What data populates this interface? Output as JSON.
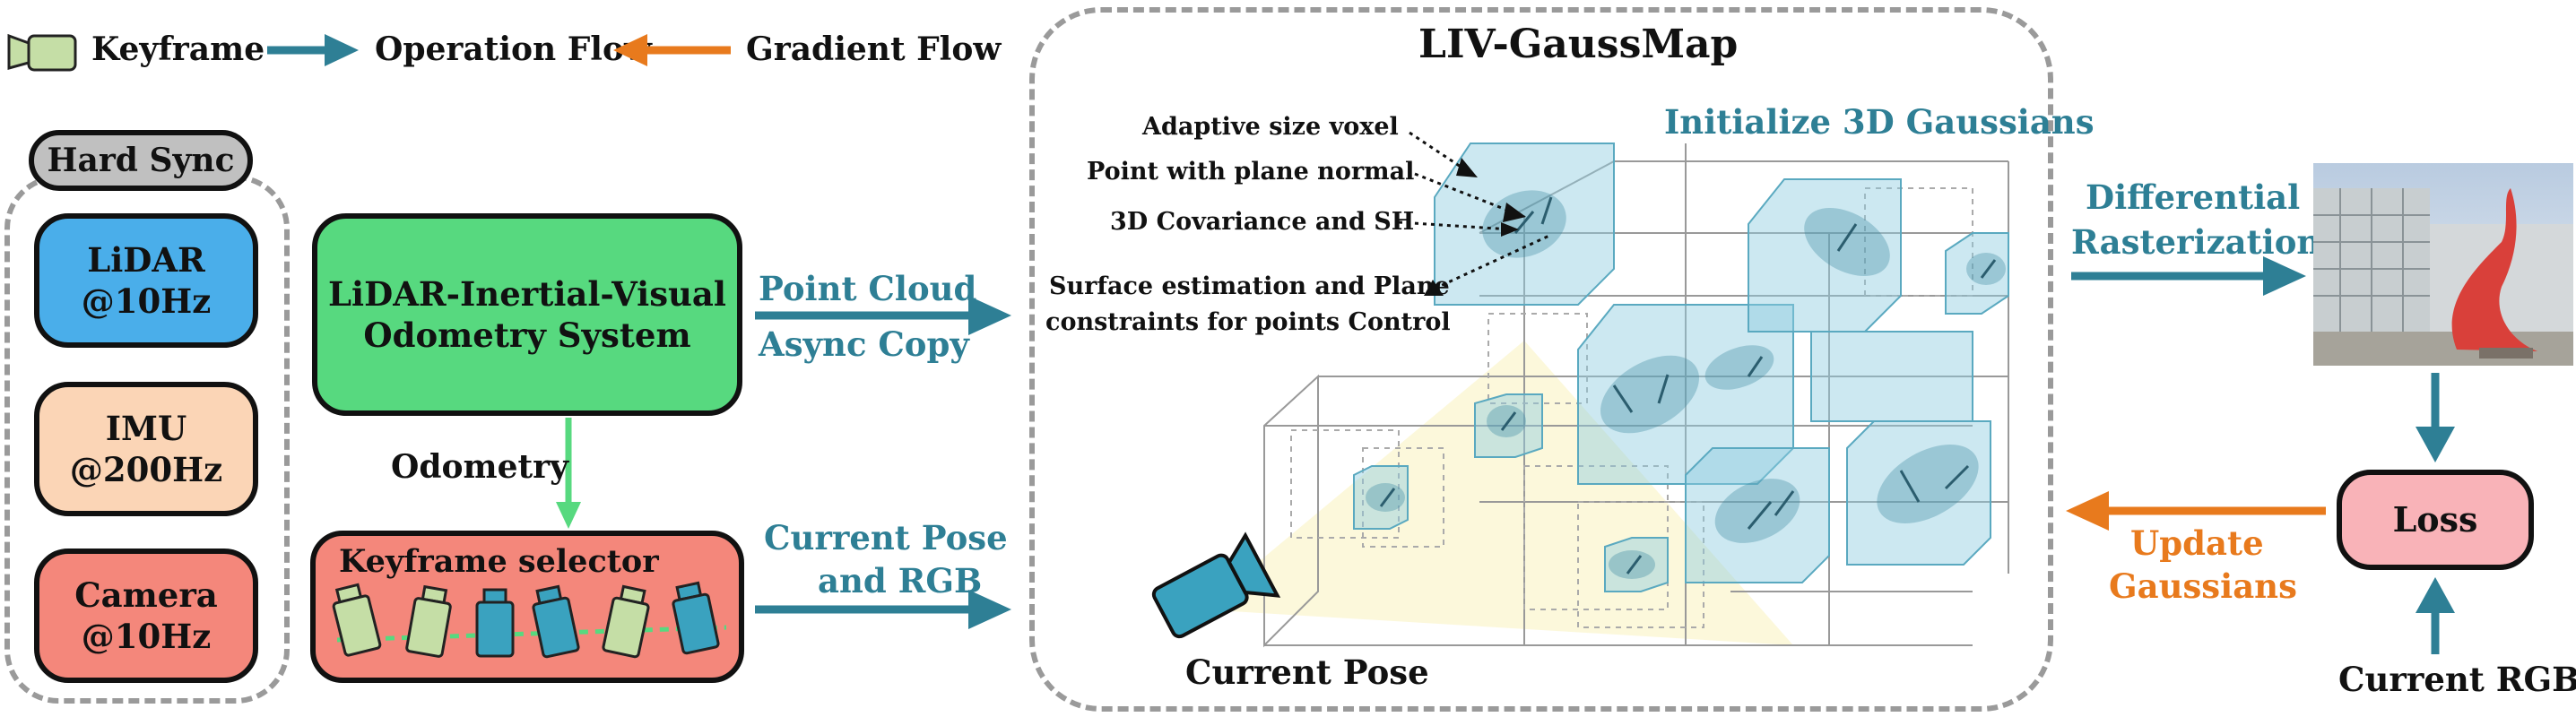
{
  "legend": {
    "keyframe": "Keyframe",
    "operation_flow": "Operation Flow",
    "gradient_flow": "Gradient Flow"
  },
  "sensors": {
    "title": "Hard Sync",
    "lidar": {
      "name": "LiDAR",
      "rate": "@10Hz"
    },
    "imu": {
      "name": "IMU",
      "rate": "@200Hz"
    },
    "camera": {
      "name": "Camera",
      "rate": "@10Hz"
    }
  },
  "odometry_system": {
    "line1": "LiDAR-Inertial-Visual",
    "line2": "Odometry System"
  },
  "odometry_label": "Odometry",
  "keyframe_selector": "Keyframe selector",
  "flows": {
    "point_cloud": "Point Cloud",
    "async_copy": "Async Copy",
    "current_pose_line1": "Current Pose",
    "current_pose_line2": "and RGB"
  },
  "map": {
    "title": "LIV-GaussMap",
    "init": "Initialize 3D Gaussians",
    "ann1": "Adaptive size voxel",
    "ann2": "Point with plane normal",
    "ann3": "3D Covariance and SH",
    "ann4_line1": "Surface estimation and Plane",
    "ann4_line2": "constraints for points Control",
    "current_pose": "Current Pose"
  },
  "render": {
    "diff_line1": "Differential",
    "diff_line2": "Rasterization",
    "loss": "Loss",
    "update_line1": "Update",
    "update_line2": "Gaussians",
    "current_rgb": "Current RGB"
  },
  "colors": {
    "operation": "#2e7f95",
    "gradient": "#e87a1d",
    "lidar": "#4aaeea",
    "imu": "#fbd5b6",
    "camera": "#f4877b",
    "odometry": "#57d97f",
    "loss": "#f9b3b8",
    "hardsync": "#c0c0c0"
  }
}
